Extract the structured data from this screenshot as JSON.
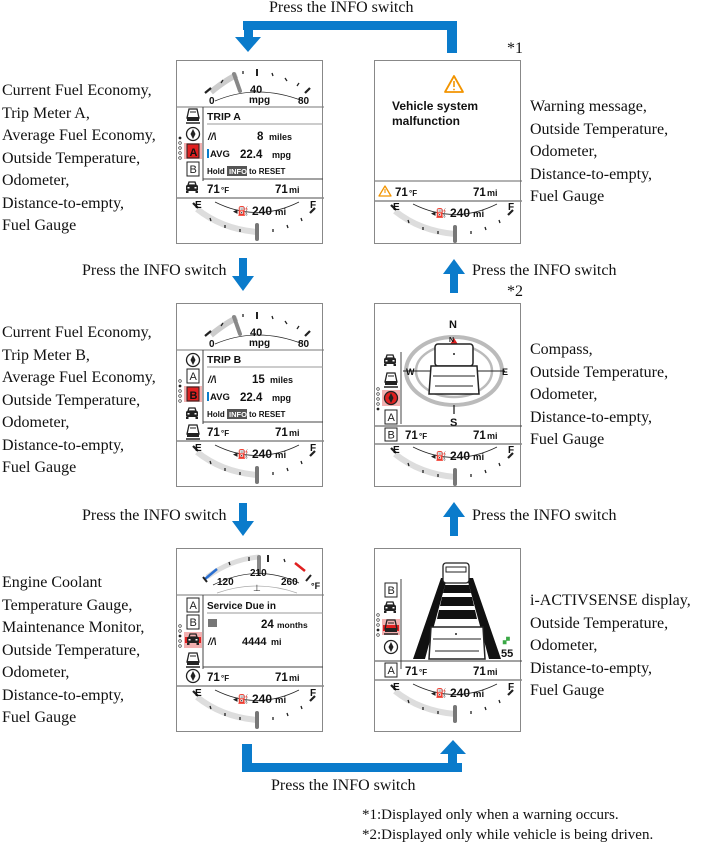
{
  "arrows": {
    "top_label": "Press the INFO switch",
    "left_upper_label": "Press the INFO switch",
    "left_lower_label": "Press the INFO switch",
    "right_upper_label": "Press the INFO switch",
    "right_lower_label": "Press the INFO switch",
    "bottom_label": "Press the INFO switch",
    "color": "#0a7bcb"
  },
  "markers": {
    "warning": "*1",
    "compass": "*2"
  },
  "screens": {
    "trip_a": {
      "description": [
        "Current Fuel Economy,",
        "Trip Meter A,",
        "Average Fuel Economy,",
        "Outside Temperature,",
        "Odometer,",
        "Distance-to-empty,",
        "Fuel Gauge"
      ],
      "gauge": {
        "min": "0",
        "mid": "40",
        "max": "80",
        "unit": "mpg"
      },
      "title": "TRIP A",
      "trip_icon": "//\\",
      "trip_value": "8",
      "trip_unit": "miles",
      "avg_label": "AVG",
      "avg_value": "22.4",
      "avg_unit": "mpg",
      "hold_text_1": "Hold",
      "hold_key": "INFO",
      "hold_text_2": "to RESET",
      "side_tabs": [
        "car-front",
        "compass",
        "A",
        "B",
        "car-side"
      ],
      "selected_tab": "A"
    },
    "trip_b": {
      "description": [
        "Current Fuel Economy,",
        "Trip Meter B,",
        "Average Fuel Economy,",
        "Outside Temperature,",
        "Odometer,",
        "Distance-to-empty,",
        "Fuel Gauge"
      ],
      "gauge": {
        "min": "0",
        "mid": "40",
        "max": "80",
        "unit": "mpg"
      },
      "title": "TRIP B",
      "trip_icon": "//\\",
      "trip_value": "15",
      "trip_unit": "miles",
      "avg_label": "AVG",
      "avg_value": "22.4",
      "avg_unit": "mpg",
      "hold_text_1": "Hold",
      "hold_key": "INFO",
      "hold_text_2": "to RESET",
      "side_tabs": [
        "compass",
        "A",
        "B",
        "car-side",
        "car-front"
      ],
      "selected_tab": "B"
    },
    "maintenance": {
      "description": [
        "Engine Coolant",
        "Temperature Gauge,",
        "Maintenance Monitor,",
        "Outside Temperature,",
        "Odometer,",
        "Distance-to-empty,",
        "Fuel Gauge"
      ],
      "gauge": {
        "min": "120",
        "mid": "210",
        "max": "260",
        "unit": "°F"
      },
      "title": "Service Due in",
      "months_value": "24",
      "months_unit": "months",
      "miles_value": "4444",
      "miles_unit": "mi",
      "side_tabs": [
        "A",
        "B",
        "car-side",
        "car-front",
        "compass"
      ]
    },
    "warning": {
      "description": [
        "Warning message,",
        "Outside Temperature,",
        "Odometer,",
        "Distance-to-empty,",
        "Fuel Gauge"
      ],
      "message_line1": "Vehicle system",
      "message_line2": "malfunction",
      "warning_color": "#f29400"
    },
    "compass": {
      "description": [
        "Compass,",
        "Outside Temperature,",
        "Odometer,",
        "Distance-to-empty,",
        "Fuel Gauge"
      ],
      "north": "N",
      "north_small": "N",
      "south": "S",
      "east": "E",
      "west": "W",
      "side_tabs": [
        "car-side",
        "car-front",
        "compass",
        "A",
        "B"
      ]
    },
    "activsense": {
      "description": [
        "i-ACTIVSENSE display,",
        "Outside Temperature,",
        "Odometer,",
        "Distance-to-empty,",
        "Fuel Gauge"
      ],
      "speed_value": "55",
      "side_tabs": [
        "B",
        "car-side",
        "car-front",
        "compass",
        "A"
      ]
    }
  },
  "common": {
    "temperature": "71",
    "temp_unit": "°F",
    "odometer": "71",
    "odo_unit": "mi",
    "range": "240",
    "range_unit": "mi",
    "fuel_empty": "E",
    "fuel_full": "F"
  },
  "footnotes": [
    "*1:Displayed only when a warning occurs.",
    "*2:Displayed only while vehicle is being driven."
  ]
}
